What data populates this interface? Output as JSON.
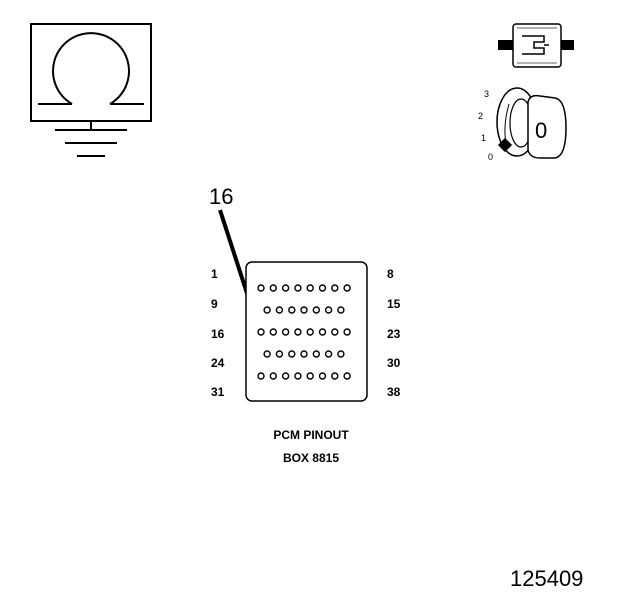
{
  "ground_symbol": {
    "icon": "ohm-ground-icon"
  },
  "connector_symbol": {
    "icon": "connector-icon"
  },
  "ignition_switch": {
    "icon": "ignition-key-icon",
    "positions": [
      "3",
      "2",
      "1",
      "0"
    ],
    "key_label": "0"
  },
  "callout": {
    "pin": "16"
  },
  "pinout": {
    "left_labels": [
      "1",
      "9",
      "16",
      "24",
      "31"
    ],
    "right_labels": [
      "8",
      "15",
      "23",
      "30",
      "38"
    ],
    "rows": [
      8,
      7,
      8,
      7,
      8
    ],
    "title_line1": "PCM PINOUT",
    "title_line2": "BOX 8815"
  },
  "figure_number": "125409"
}
